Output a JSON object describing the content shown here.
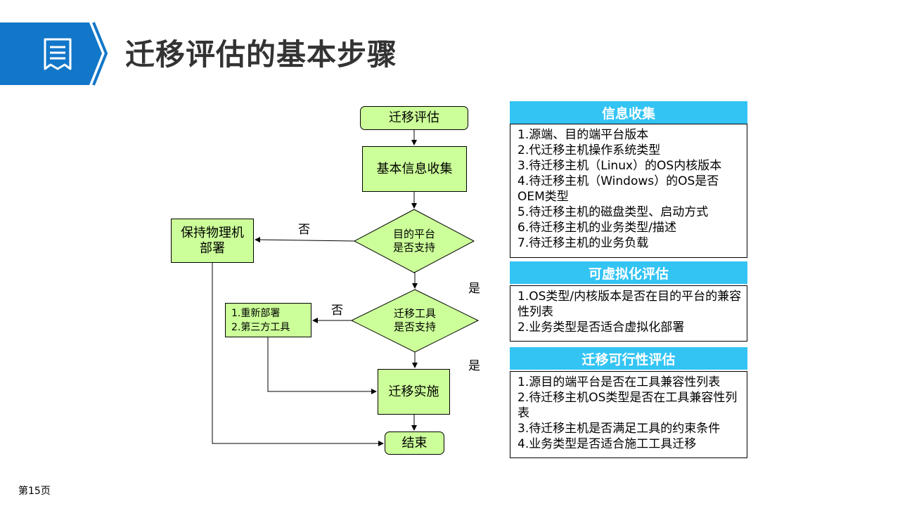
{
  "header": {
    "title": "迁移评估的基本步骤",
    "icon": "document-list-icon",
    "accent_color": "#1277c9"
  },
  "footer": {
    "page_number": "第15页"
  },
  "flowchart": {
    "start": "迁移评估",
    "collect": "基本信息收集",
    "decision1": [
      "目的平台",
      "是否支持"
    ],
    "decision2": [
      "迁移工具",
      "是否支持"
    ],
    "physical": [
      "保持物理机",
      "部署"
    ],
    "alternatives": [
      "1.重新部署",
      "2.第三方工具"
    ],
    "implement": "迁移实施",
    "end": "结束",
    "no_label_1": "否",
    "no_label_2": "否",
    "yes_label_1": "是",
    "yes_label_2": "是",
    "node_fill": "#ccff99"
  },
  "panels": [
    {
      "title": "信息收集",
      "lines": [
        "1.源端、目的端平台版本",
        "2.代迁移主机操作系统类型",
        "3.待迁移主机（Linux）的OS内核版本",
        "4.待迁移主机（Windows）的OS是否OEM类型",
        "5.待迁移主机的磁盘类型、启动方式",
        "6.待迁移主机的业务类型/描述",
        "7.待迁移主机的业务负载"
      ]
    },
    {
      "title": "可虚拟化评估",
      "lines": [
        "1.OS类型/内核版本是否在目的平台的兼容性列表",
        "2.业务类型是否适合虚拟化部署"
      ]
    },
    {
      "title": "迁移可行性评估",
      "lines": [
        "1.源目的端平台是否在工具兼容性列表",
        "2.待迁移主机OS类型是否在工具兼容性列表",
        "3.待迁移主机是否满足工具的约束条件",
        "4.业务类型是否适合施工工具迁移"
      ]
    }
  ],
  "panel_header_color": "#33c4f4"
}
